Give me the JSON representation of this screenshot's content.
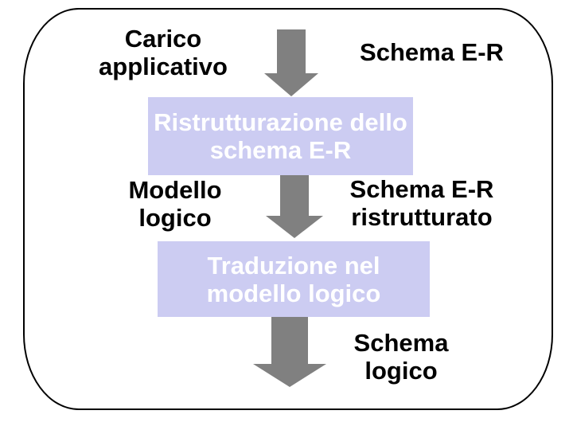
{
  "colors": {
    "background": "#FFFFFF",
    "slide_border": "#000000",
    "box_fill": "#CCCCF2",
    "box_text": "#FFFFFF",
    "label_text": "#000000",
    "arrow_fill": "#808080"
  },
  "labels": {
    "carico": {
      "line1": "Carico",
      "line2": "applicativo"
    },
    "schema_er": {
      "text": "Schema E-R"
    },
    "modello": {
      "line1": "Modello",
      "line2": "logico"
    },
    "schema_er_ristrutturato": {
      "line1": "Schema E-R",
      "line2": "ristrutturato"
    },
    "schema_logico": {
      "line1": "Schema",
      "line2": "logico"
    }
  },
  "boxes": {
    "ristrutturazione": {
      "line1": "Ristrutturazione dello",
      "line2": "schema E-R"
    },
    "traduzione": {
      "line1": "Traduzione nel",
      "line2": "modello logico"
    }
  },
  "icons": {
    "arrow1": "down-arrow-icon",
    "arrow2": "down-arrow-icon",
    "arrow3": "down-arrow-icon"
  }
}
